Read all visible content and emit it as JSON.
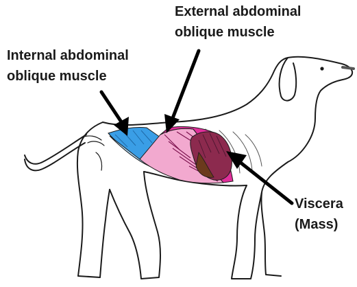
{
  "labels": {
    "external": {
      "line1": "External abdominal",
      "line2": "oblique muscle"
    },
    "internal": {
      "line1": "Internal abdominal",
      "line2": "oblique muscle"
    },
    "viscera": {
      "line1": "Viscera",
      "line2": "(Mass)"
    }
  },
  "colors": {
    "outline": "#1a1a1a",
    "internal_oblique": "#3a9ee6",
    "internal_oblique_light": "#a9d6f5",
    "external_oblique": "#e0309a",
    "external_oblique_light": "#f2a9cf",
    "viscera": "#8c2a4e",
    "viscera_dark": "#6b3a1c",
    "arrow": "#000000"
  }
}
